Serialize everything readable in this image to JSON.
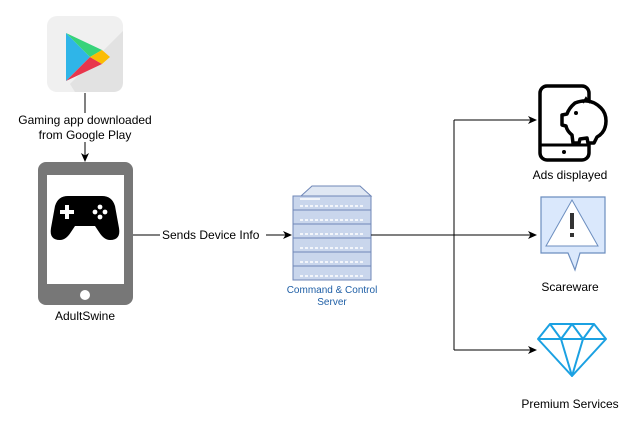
{
  "nodes": {
    "play_store": {
      "label_lines": [
        "Gaming app downloaded",
        "from Google Play"
      ]
    },
    "phone": {
      "label": "AdultSwine"
    },
    "server": {
      "label_lines": [
        "Command & Control",
        "Server"
      ]
    },
    "ads": {
      "label": "Ads displayed"
    },
    "scareware": {
      "label": "Scareware"
    },
    "premium": {
      "label": "Premium Services"
    }
  },
  "edges": {
    "phone_to_server": {
      "label": "Sends Device Info"
    }
  },
  "colors": {
    "play_bg": "#f0f0f0",
    "phone_body": "#777777",
    "server_fill": "#dfe7f3",
    "server_stroke": "#6f87b7",
    "warning_fill": "#dae8fc",
    "warning_stroke": "#6c8ebf",
    "diamond": "#1ba1e2",
    "server_label": "#1f5fa6"
  }
}
